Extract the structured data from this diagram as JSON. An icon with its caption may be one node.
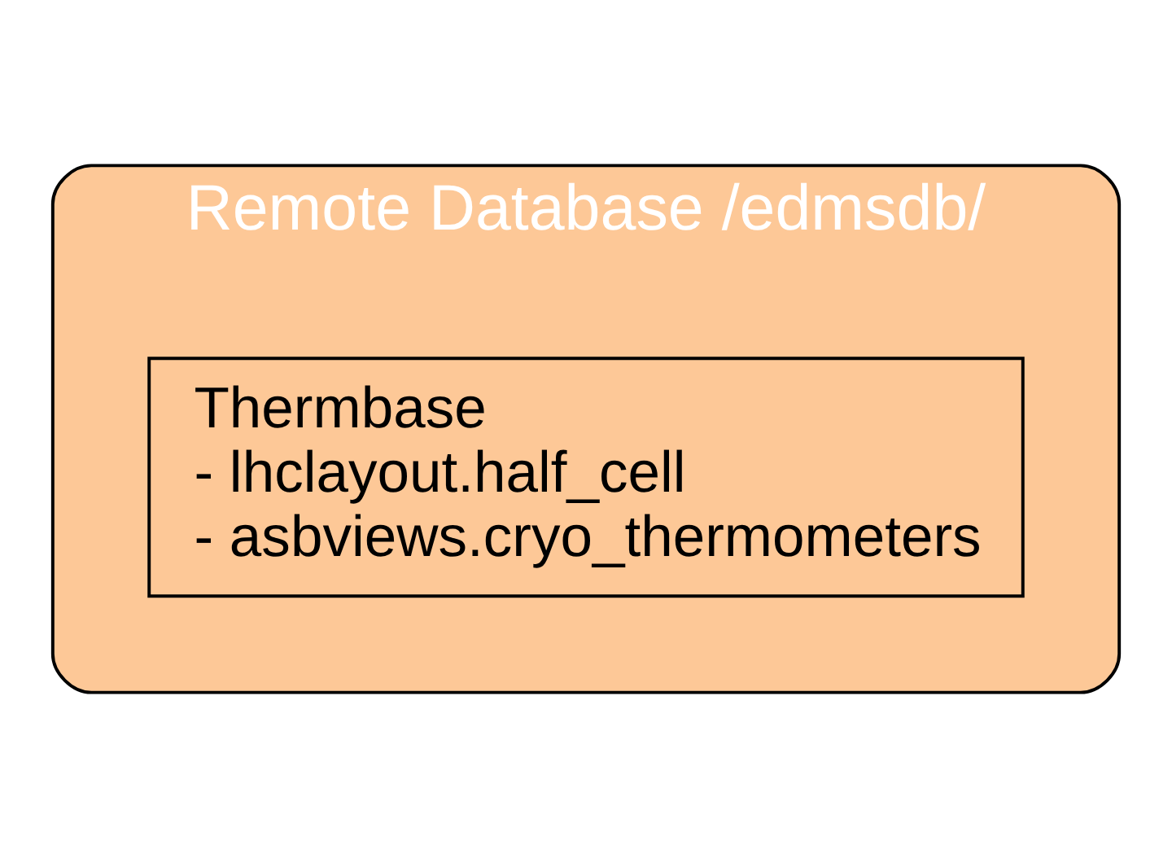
{
  "diagram": {
    "nodes": [
      {
        "text": [
          "Remote Database /edmsdb/"
        ]
      },
      {
        "text": [
          "Thermbase",
          "- lhclayout.half_cell",
          "- asbviews.cryo_thermometers"
        ],
        "in": 0
      }
    ]
  }
}
